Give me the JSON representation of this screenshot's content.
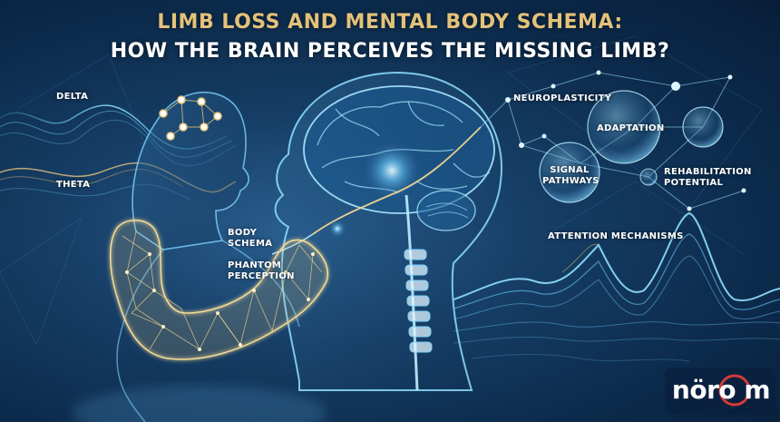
{
  "title": {
    "line1": "LIMB LOSS AND MENTAL BODY SCHEMA:",
    "line2": "HOW THE BRAIN PERCEIVES THE MISSING LIMB?"
  },
  "labels": {
    "delta": "DELTA",
    "theta": "THETA",
    "body_schema_1": "BODY",
    "body_schema_2": "SCHEMA",
    "phantom_1": "PHANTOM",
    "phantom_2": "PERCEPTION",
    "neuroplasticity": "NEUROPLASTICITY",
    "adaptation": "ADAPTATION",
    "signal_1": "SIGNAL",
    "signal_2": "PATHWAYS",
    "rehab_1": "REHABILITATION",
    "rehab_2": "POTENTIAL",
    "attention": "ATTENTION MECHANISMS"
  },
  "logo": {
    "text": "nöro m"
  },
  "colors": {
    "gold": "#e3c27a",
    "glow_blue": "#7fd3ff",
    "background": "#0c2a4b",
    "logo_ring": "#d63a3a"
  },
  "icons": {
    "brain": "brain-icon",
    "spine": "spine-icon",
    "phantom_arm": "phantom-arm-icon",
    "head_silhouette": "head-silhouette-icon"
  }
}
